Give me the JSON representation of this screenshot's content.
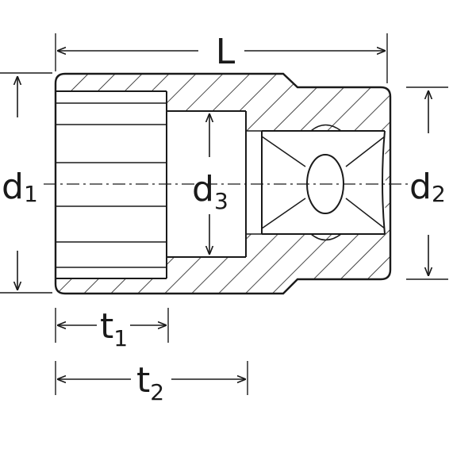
{
  "dimensions": {
    "L": "L",
    "d1": {
      "base": "d",
      "sub": "1"
    },
    "d2": {
      "base": "d",
      "sub": "2"
    },
    "d3": {
      "base": "d",
      "sub": "3"
    },
    "t1": {
      "base": "t",
      "sub": "1"
    },
    "t2": {
      "base": "t",
      "sub": "2"
    }
  },
  "colors": {
    "ink": "#1a1a1a",
    "background": "#ffffff"
  }
}
